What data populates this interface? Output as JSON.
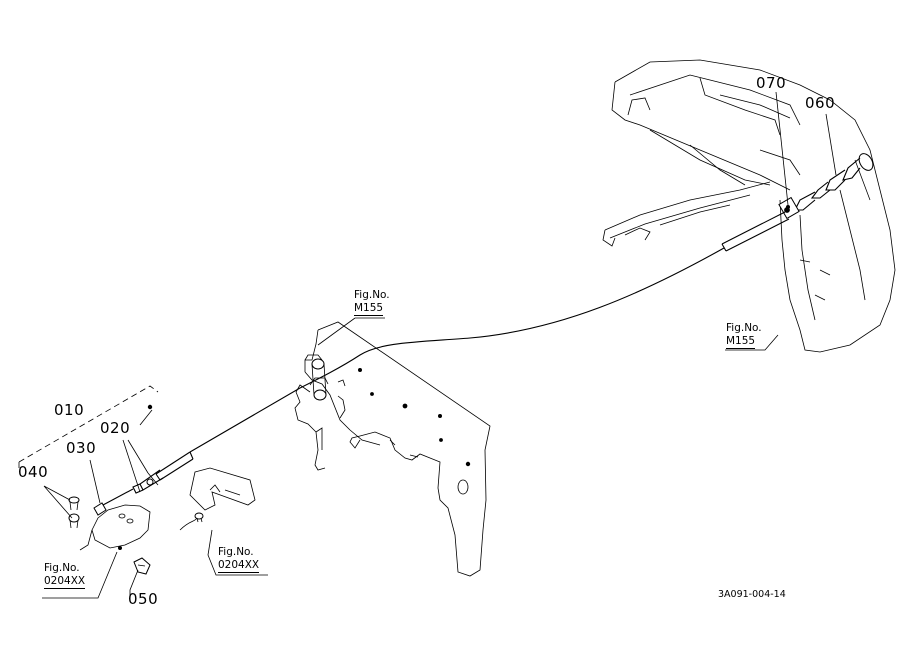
{
  "diagram": {
    "part_labels": {
      "p010": "010",
      "p020": "020",
      "p030": "030",
      "p040": "040",
      "p050": "050",
      "p060": "060",
      "p070": "070"
    },
    "fig_refs": [
      {
        "title": "Fig.No.",
        "code": "M155"
      },
      {
        "title": "Fig.No.",
        "code": "M155"
      },
      {
        "title": "Fig.No.",
        "code": "0204XX"
      },
      {
        "title": "Fig.No.",
        "code": "0204XX"
      }
    ],
    "doc_id": "3A091-004-14"
  }
}
